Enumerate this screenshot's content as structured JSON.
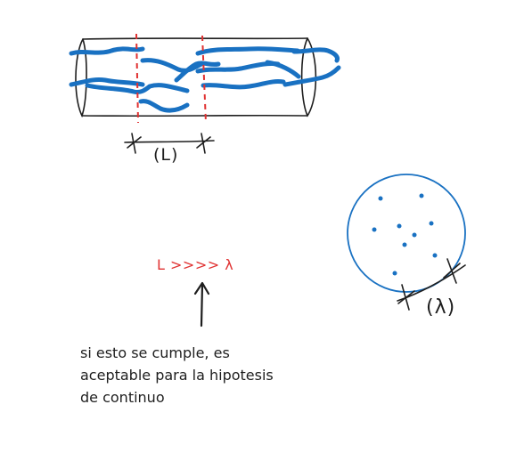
{
  "pipe": {
    "length_label": "(L)"
  },
  "circle": {
    "mean_free_path_label": "(λ)"
  },
  "relation": {
    "text": "L >>>> λ"
  },
  "note": {
    "lines": [
      "si esto se cumple, es",
      "aceptable para la hipotesis",
      "de continuo"
    ]
  },
  "colors": {
    "ink": "#1e1e1e",
    "fiber": "#1971c2",
    "dashed": "#e03131",
    "relation": "#e03131"
  }
}
